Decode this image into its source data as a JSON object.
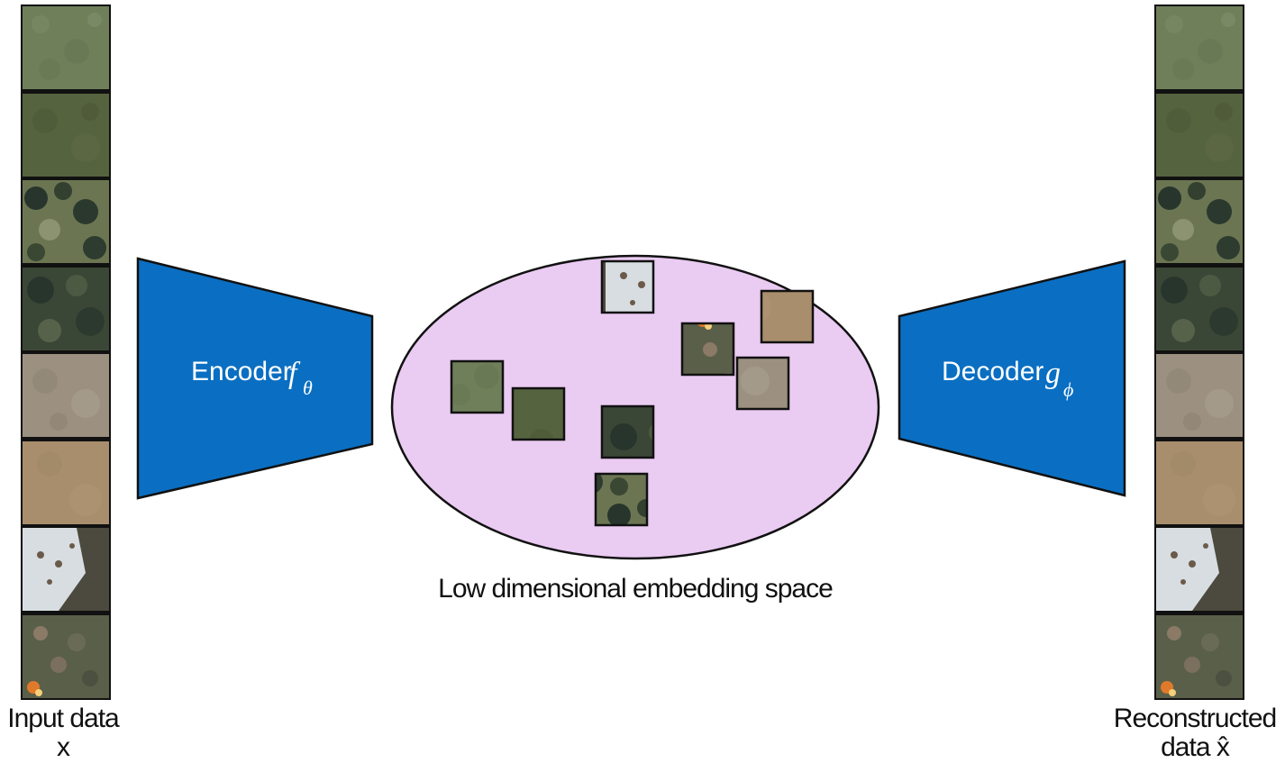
{
  "encoder": {
    "label": "Encoder",
    "symbol": "f",
    "subscript": "θ"
  },
  "decoder": {
    "label": "Decoder",
    "symbol": "g",
    "subscript": "ϕ"
  },
  "embedding": {
    "caption": "Low dimensional embedding space"
  },
  "input": {
    "line1": "Input data",
    "line2": "x"
  },
  "output": {
    "line1": "Reconstructed",
    "line2": "data x̂"
  },
  "colors": {
    "block": "#0a6fc2",
    "ellipse": "#eacbf2",
    "outline": "#111111"
  },
  "patches": [
    "grass-light",
    "grass-dark",
    "forest-mixed",
    "forest-dense",
    "bare-pinkish",
    "bare-sand",
    "snow-white",
    "urban-orange"
  ]
}
